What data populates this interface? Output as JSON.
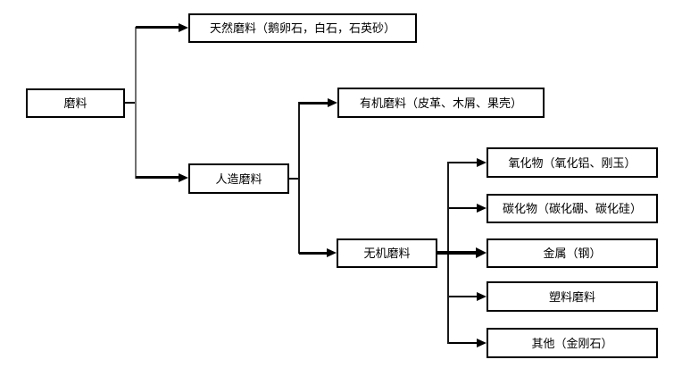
{
  "diagram": {
    "nodes": {
      "root": {
        "label": "磨料"
      },
      "natural": {
        "label": "天然磨料（鹅卵石，白石，石英砂）"
      },
      "artificial": {
        "label": "人造磨料"
      },
      "organic": {
        "label": "有机磨料（皮革、木屑、果壳）"
      },
      "inorganic": {
        "label": "无机磨料"
      },
      "oxide": {
        "label": "氧化物（氧化铝、刚玉）"
      },
      "carbide": {
        "label": "碳化物（碳化硼、碳化硅）"
      },
      "metal": {
        "label": "金属（钢）"
      },
      "plastic": {
        "label": "塑料磨料"
      },
      "other": {
        "label": "其他（金刚石）"
      }
    },
    "edges": [
      {
        "from": "磨料",
        "to": "天然磨料（鹅卵石，白石，石英砂）"
      },
      {
        "from": "磨料",
        "to": "人造磨料"
      },
      {
        "from": "人造磨料",
        "to": "有机磨料（皮革、木屑、果壳）"
      },
      {
        "from": "人造磨料",
        "to": "无机磨料"
      },
      {
        "from": "无机磨料",
        "to": "氧化物（氧化铝、刚玉）"
      },
      {
        "from": "无机磨料",
        "to": "碳化物（碳化硼、碳化硅）"
      },
      {
        "from": "无机磨料",
        "to": "金属（钢）"
      },
      {
        "from": "无机磨料",
        "to": "塑料磨料"
      },
      {
        "from": "无机磨料",
        "to": "其他（金刚石）"
      }
    ],
    "colors": {
      "background": "#ffffff",
      "box_border": "#000000",
      "box_fill": "#ffffff",
      "text": "#000000",
      "connector": "#000000",
      "trunk_gray": "#707070"
    }
  }
}
